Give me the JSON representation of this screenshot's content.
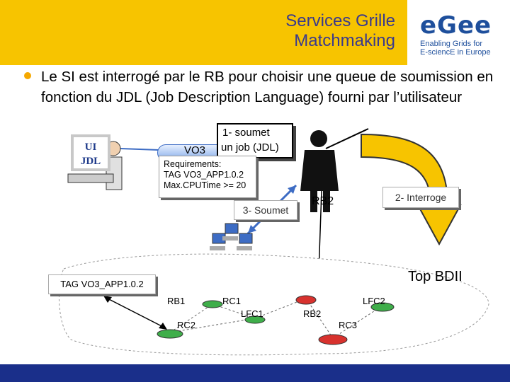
{
  "header": {
    "title_line1": "Services Grille",
    "title_line2": "Matchmaking",
    "logo_text": "eGee",
    "logo_tagline_line1": "Enabling Grids for",
    "logo_tagline_line2": "E-sciencE in Europe"
  },
  "bullet": {
    "text": "Le SI est interrogé par le RB pour choisir une queue de soumission en fonction du JDL (Job Description Language) fourni par l’utilisateur"
  },
  "diagram": {
    "ui_label": "UI",
    "jdl_label": "JDL",
    "vo_label": "VO3",
    "step1_line1": "1- soumet",
    "step1_line2": "un job (JDL)",
    "requirements": [
      "Requirements:",
      "TAG VO3_APP1.0.2",
      "Max.CPUTime >= 20"
    ],
    "step3": "3- Soumet",
    "step2": "2- Interroge",
    "rb2_top": "RB2",
    "top_bdii": "Top BDII",
    "tag_box": "TAG VO3_APP1.0.2",
    "nodes": {
      "rb1": "RB1",
      "rc1": "RC1",
      "lfc1": "LFC1",
      "rb2": "RB2",
      "lfc2": "LFC2",
      "rc2": "RC2",
      "rc3": "RC3"
    }
  },
  "colors": {
    "header_band": "#f7c400",
    "title": "#3a3a8c",
    "footer": "#1a2f8a",
    "bullet": "#f5a800",
    "arrow_fill": "#f7c400",
    "node_green": "#3fae4a",
    "node_red": "#d8322e"
  }
}
